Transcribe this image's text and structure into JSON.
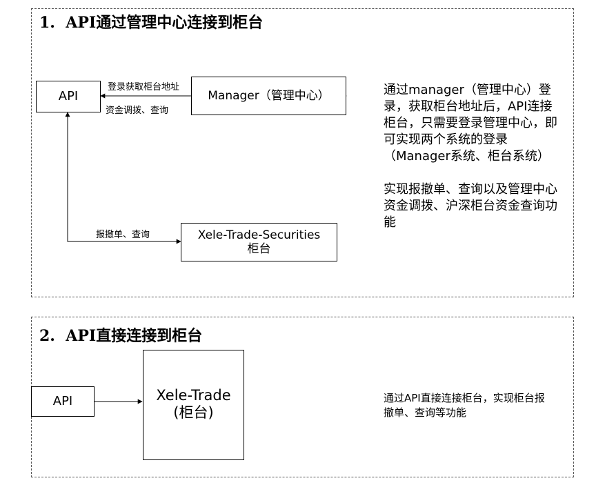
{
  "section1": {
    "title": "1.  API通过管理中心连接到柜台",
    "api_box": "API",
    "manager_box": "Manager（管理中心）",
    "securities_box_line1": "Xele-Trade-Securities",
    "securities_box_line2": "柜台",
    "arrow_label_top": "登录获取柜台地址",
    "arrow_label_bottom": "资金调拨、查询",
    "arrow_label_vertical": "报撤单、查询",
    "description_para1": "通过manager（管理中心）登录，获取柜台地址后，API连接柜台，只需要登录管理中心，即可实现两个系统的登录（Manager系统、柜台系统）",
    "description_para2": "实现报撤单、查询以及管理中心资金调拨、沪深柜台资金查询功能"
  },
  "section2": {
    "title": "2.  API直接连接到柜台",
    "api_box": "API",
    "trade_box_line1": "Xele-Trade",
    "trade_box_line2": "(柜台)",
    "description": "通过API直接连接柜台，实现柜台报撤单、查询等功能"
  }
}
